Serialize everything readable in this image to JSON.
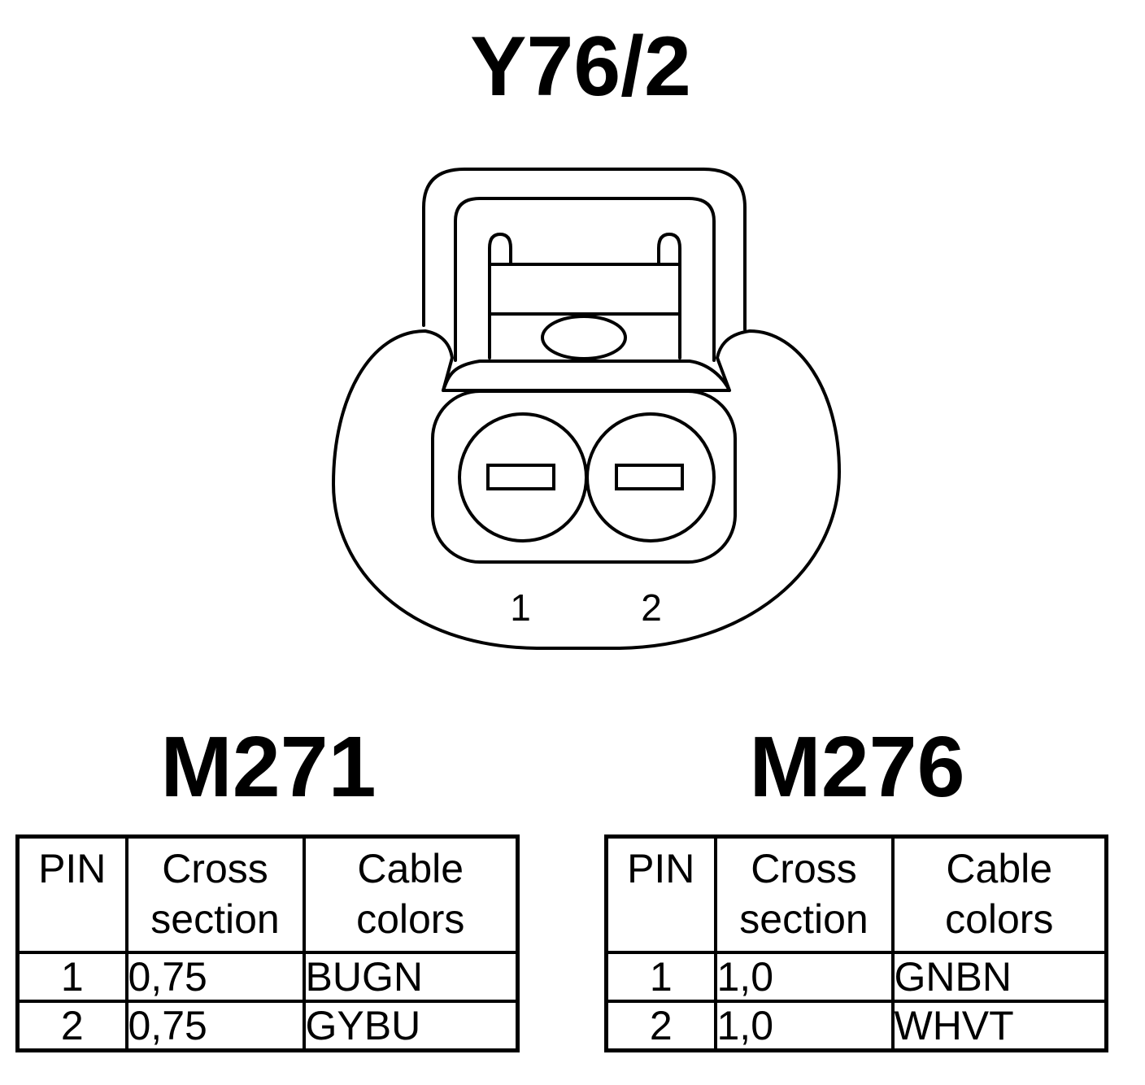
{
  "connector": {
    "title": "Y76/2",
    "pin_labels": [
      "1",
      "2"
    ]
  },
  "variants": [
    {
      "title": "M271",
      "headers": {
        "pin": "PIN",
        "cross_line1": "Cross",
        "cross_line2": "section",
        "color_line1": "Cable",
        "color_line2": "colors"
      },
      "rows": [
        {
          "pin": "1",
          "cross_section": "0,75",
          "cable_color": "BUGN"
        },
        {
          "pin": "2",
          "cross_section": "0,75",
          "cable_color": "GYBU"
        }
      ]
    },
    {
      "title": "M276",
      "headers": {
        "pin": "PIN",
        "cross_line1": "Cross",
        "cross_line2": "section",
        "color_line1": "Cable",
        "color_line2": "colors"
      },
      "rows": [
        {
          "pin": "1",
          "cross_section": "1,0",
          "cable_color": "GNBN"
        },
        {
          "pin": "2",
          "cross_section": "1,0",
          "cable_color": "WHVT"
        }
      ]
    }
  ],
  "colors": {
    "ink": "#000000",
    "background": "#ffffff"
  }
}
